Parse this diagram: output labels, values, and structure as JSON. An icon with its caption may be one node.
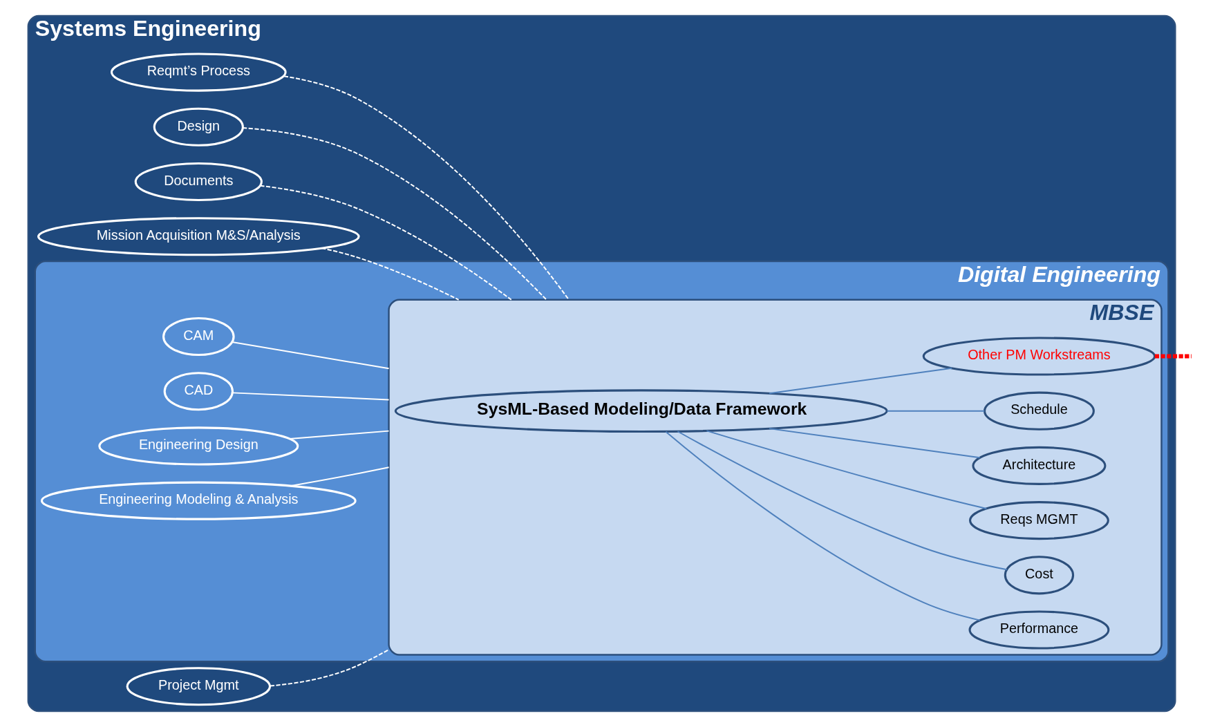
{
  "diagram": {
    "nodes": [
      {
        "text": [
          "Systems Engineering"
        ]
      },
      {
        "text": [
          "Digital Engineering"
        ],
        "in": 0
      },
      {
        "text": [
          "MBSE"
        ],
        "in": 1
      },
      {
        "text": [
          "SysML-Based Modeling/Data Framework"
        ],
        "in": 2
      },
      {
        "text": [
          "Performance"
        ],
        "in": 2
      },
      {
        "text": [
          "Cost"
        ],
        "in": 2
      },
      {
        "text": [
          "Reqs MGMT"
        ],
        "in": 2
      },
      {
        "text": [
          "Architecture"
        ],
        "in": 2
      },
      {
        "text": [
          "Schedule"
        ],
        "in": 2
      },
      {
        "text": [
          "Other PM Workstreams"
        ],
        "in": 2
      },
      {
        "text": [
          "CAM"
        ],
        "in": 1
      },
      {
        "text": [
          "CAD"
        ],
        "in": 1
      },
      {
        "text": [
          "Engineering Design"
        ],
        "in": 1
      },
      {
        "text": [
          "Engineering Modeling & Analysis"
        ],
        "in": 1
      },
      {
        "text": [
          "Reqmt’s Process"
        ],
        "in": 0
      },
      {
        "text": [
          "Design"
        ],
        "in": 0
      },
      {
        "text": [
          "Documents"
        ],
        "in": 0
      },
      {
        "text": [
          "Mission Acquisition M&S/Analysis"
        ],
        "in": 0
      },
      {
        "text": [
          "Project Mgmt"
        ],
        "in": 0
      }
    ],
    "edges": [
      {
        "from": 3,
        "to": 4,
        "arrow": "none",
        "color": "#4f81bd"
      },
      {
        "from": 3,
        "to": 5,
        "arrow": "none",
        "color": "#4f81bd"
      },
      {
        "from": 3,
        "to": 6,
        "arrow": "none",
        "color": "#4f81bd"
      },
      {
        "from": 3,
        "to": 7,
        "arrow": "none",
        "color": "#4f81bd"
      },
      {
        "from": 3,
        "to": 8,
        "arrow": "none",
        "color": "#4f81bd"
      },
      {
        "from": 3,
        "to": 9,
        "arrow": "none",
        "color": "#4f81bd"
      },
      {
        "from": 10,
        "to": 2,
        "arrow": "none",
        "color": "#ffffff"
      },
      {
        "from": 11,
        "to": 2,
        "arrow": "none",
        "color": "#ffffff"
      },
      {
        "from": 12,
        "to": 2,
        "arrow": "none",
        "color": "#ffffff"
      },
      {
        "from": 13,
        "to": 2,
        "arrow": "none",
        "color": "#ffffff"
      },
      {
        "from": 14,
        "to": 2,
        "arrow": "none",
        "style": "dashed",
        "color": "#ffffff"
      },
      {
        "from": 15,
        "to": 2,
        "arrow": "none",
        "style": "dashed",
        "color": "#ffffff"
      },
      {
        "from": 16,
        "to": 2,
        "arrow": "none",
        "style": "dashed",
        "color": "#ffffff"
      },
      {
        "from": 17,
        "to": 2,
        "arrow": "none",
        "style": "dashed",
        "color": "#ffffff"
      },
      {
        "from": 18,
        "to": 2,
        "arrow": "none",
        "style": "dashed",
        "color": "#ffffff"
      },
      {
        "from": 9,
        "to": null,
        "arrow": "none",
        "style": "dashed",
        "color": "#ff0000"
      }
    ]
  }
}
